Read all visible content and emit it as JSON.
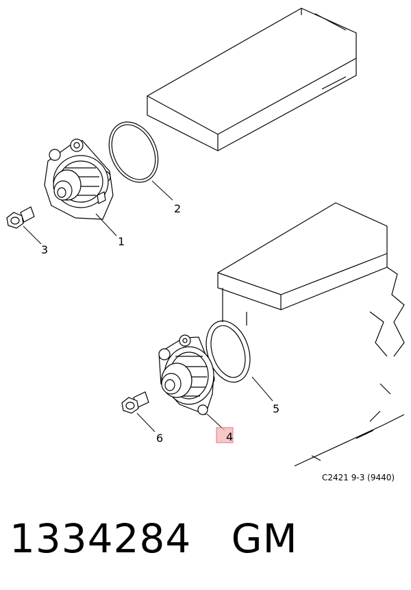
{
  "callouts": {
    "c1": "1",
    "c2": "2",
    "c3": "3",
    "c4": "4",
    "c5": "5",
    "c6": "6"
  },
  "reference_code": "C2421 9-3 (9440)",
  "part_number": "1334284",
  "brand": "GM",
  "colors": {
    "highlight": "#f4b6b6",
    "highlight_border": "#e07a7a",
    "line": "#000000"
  }
}
